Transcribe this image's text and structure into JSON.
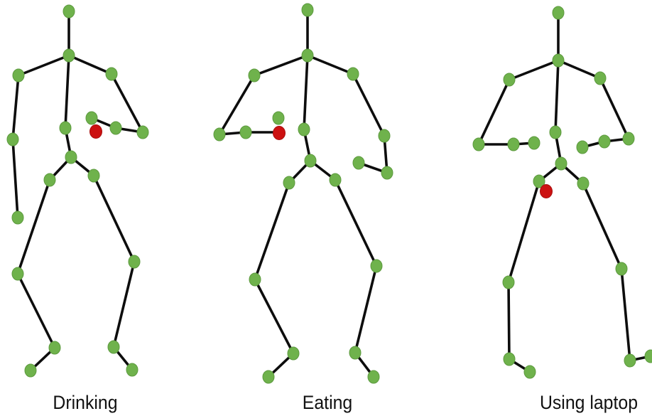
{
  "colors": {
    "bone": "#0d0d0d",
    "joint": "#6fb24c",
    "joint_stroke": "#5d9a3f",
    "highlight": "#cc1111",
    "highlight_stroke": "#a80d0d"
  },
  "figures": [
    {
      "label": "Drinking"
    },
    {
      "label": "Eating"
    },
    {
      "label": "Using laptop"
    }
  ]
}
